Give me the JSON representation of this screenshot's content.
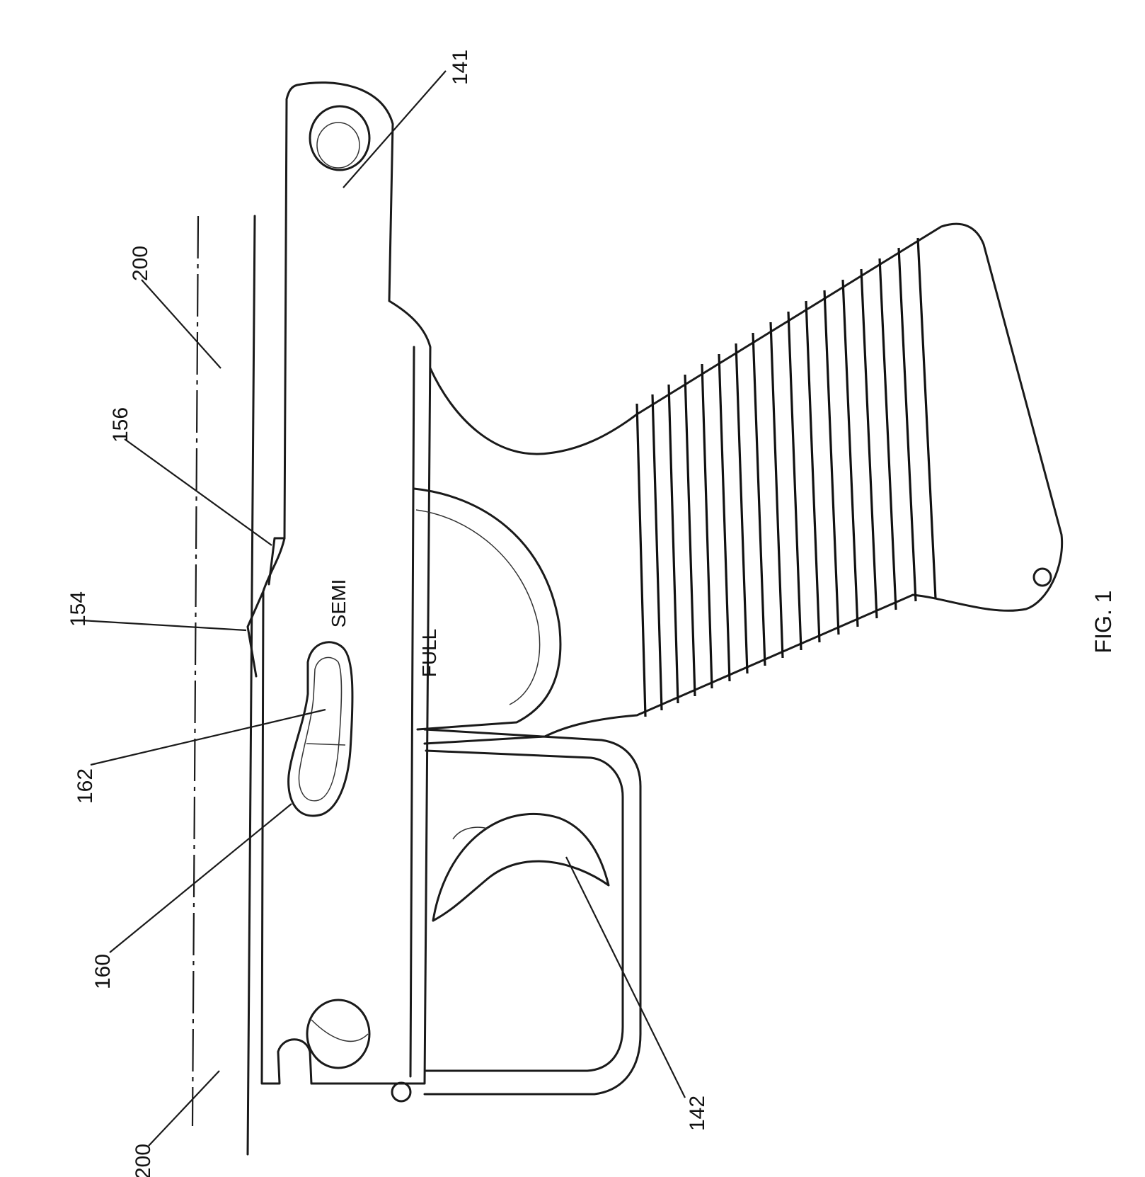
{
  "figure": {
    "caption": "FIG. 1",
    "markings": {
      "semi": "SEMI",
      "full": "FULL"
    },
    "reference_numerals": {
      "n141": "141",
      "n200_top": "200",
      "n156": "156",
      "n154": "154",
      "n162": "162",
      "n160": "160",
      "n142": "142",
      "n200_bottom": "200"
    }
  }
}
